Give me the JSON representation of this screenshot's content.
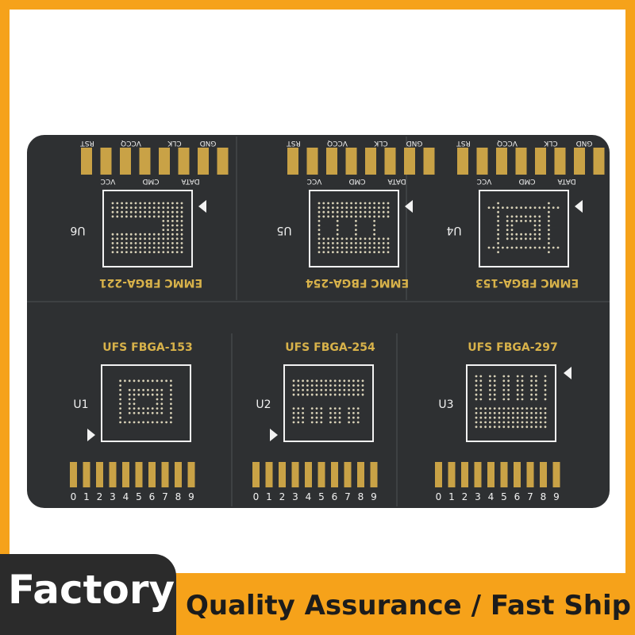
{
  "colors": {
    "frame": "#f6a21a",
    "board": "#2e3032",
    "gold": "#c9a246",
    "silk": "#f2f2f2",
    "label_gold": "#d8b24a"
  },
  "emmc_pin_labels_top": [
    "RST",
    "VCCQ",
    "CLK",
    "GND"
  ],
  "emmc_pin_labels_bottom": [
    "VCC",
    "CMD",
    "DATA"
  ],
  "emmc_modules": [
    {
      "id": "U6",
      "package": "EMMC  FBGA-221"
    },
    {
      "id": "U5",
      "package": "EMMC  FBGA-254"
    },
    {
      "id": "U4",
      "package": "EMMC  FBGA-153"
    }
  ],
  "ufs_modules": [
    {
      "id": "U1",
      "package": "UFS  FBGA-153"
    },
    {
      "id": "U2",
      "package": "UFS  FBGA-254"
    },
    {
      "id": "U3",
      "package": "UFS  FBGA-297"
    }
  ],
  "ufs_pin_numbers": [
    "0",
    "1",
    "2",
    "3",
    "4",
    "5",
    "6",
    "7",
    "8",
    "9"
  ],
  "banner": {
    "left_text": "Factory",
    "right_text": "Quality Assurance / Fast Ship"
  }
}
